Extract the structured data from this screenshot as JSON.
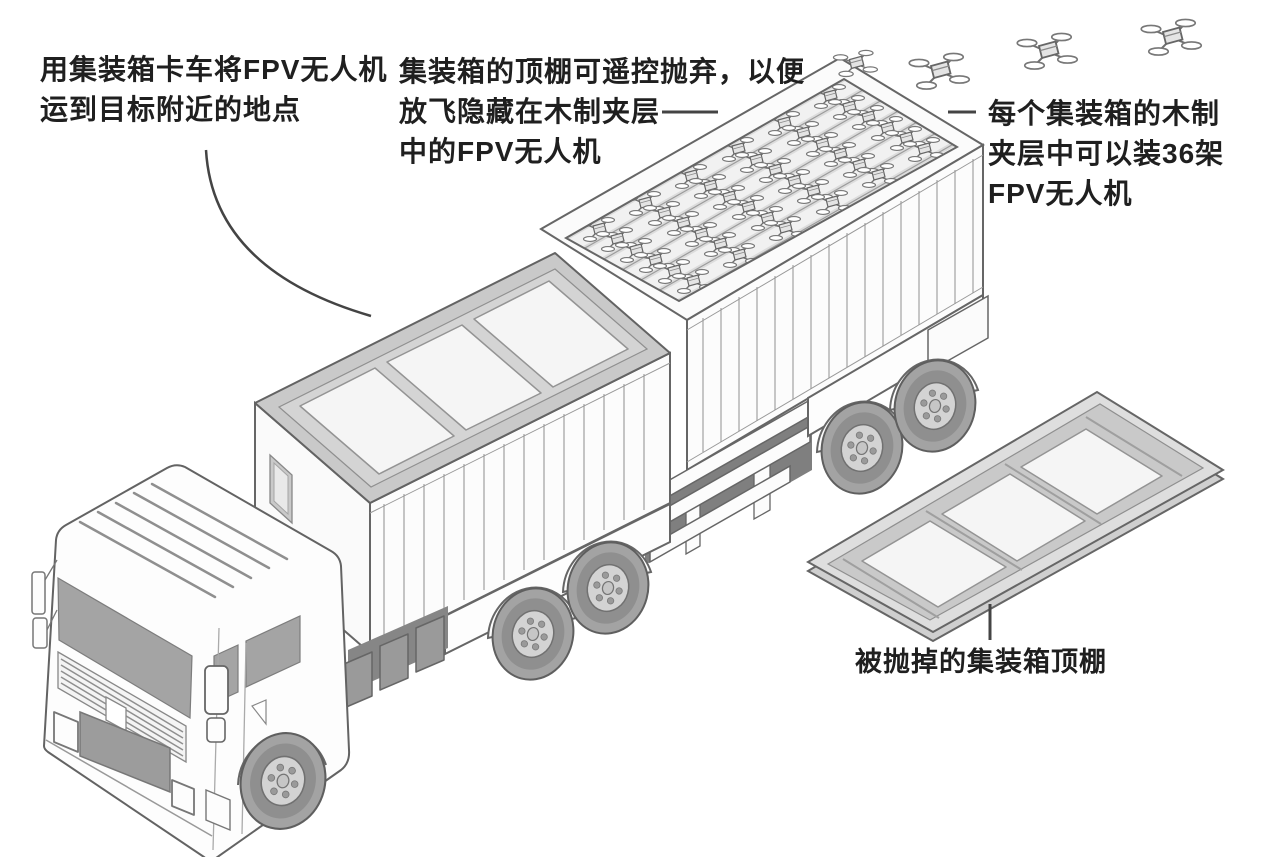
{
  "captions": {
    "transport": "用集装箱卡车将FPV无人机\n运到目标附近的地点",
    "roof_release": "集装箱的顶棚可遥控抛弃，以便\n放飞隐藏在木制夹层\n中的FPV无人机",
    "capacity": "每个集装箱的木制\n夹层中可以装36架\nFPV无人机",
    "discarded_roof": "被抛掉的集装箱顶棚"
  },
  "scene": {
    "containers_on_truck": 2,
    "drones_per_container": 36,
    "sky_drones": 3
  },
  "colors": {
    "background": "#ffffff",
    "line": "#636363",
    "text": "#1f1f1f",
    "glass_gray": "#a4a4a4",
    "roof_gray": "#c9c9c9",
    "panel_white": "#f5f5f5",
    "tire_gray": "#a3a3a3"
  }
}
